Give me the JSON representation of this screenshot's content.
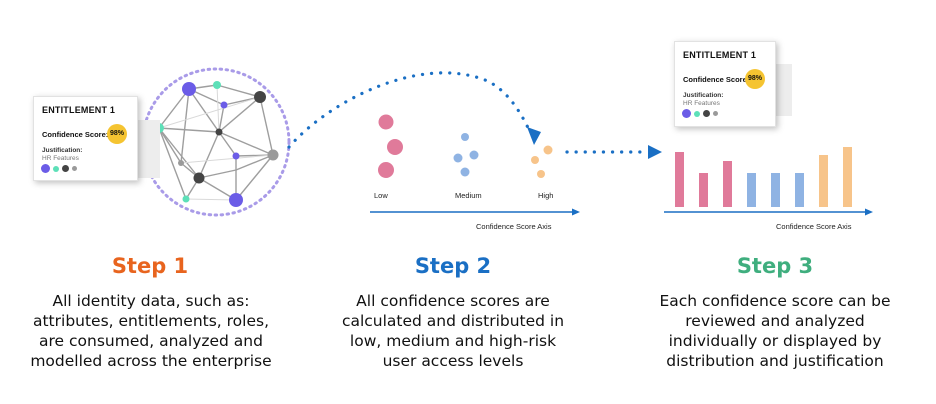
{
  "steps": [
    {
      "title": "Step 1",
      "color": "#e8641e",
      "desc": [
        "All identity data, such as:",
        "attributes, entitlements, roles,",
        "are consumed, analyzed and",
        "modelled across the enterprise"
      ]
    },
    {
      "title": "Step 2",
      "color": "#1a6fc4",
      "desc": [
        "All confidence scores are",
        "calculated and distributed in",
        "low, medium and high-risk",
        "user access levels"
      ]
    },
    {
      "title": "Step 3",
      "color": "#3fae7e",
      "desc": [
        "Each confidence score can be",
        "reviewed and analyzed",
        "individually or displayed by",
        "distribution and justification"
      ]
    }
  ],
  "card": {
    "title": "ENTITLEMENT 1",
    "score_label": "Confidence Score:",
    "score": "98%",
    "just_label": "Justification:",
    "just_value": "HR Features",
    "dot_colors": [
      "#6b5ce7",
      "#5de0b8",
      "#444444",
      "#9a9a9a"
    ]
  },
  "levels": {
    "low": "Low",
    "medium": "Medium",
    "high": "High"
  },
  "axis_label": "Confidence Score Axis",
  "colors": {
    "pink": "#e07a9a",
    "blue": "#8fb3e3",
    "orange": "#f7c48a",
    "arrow": "#1a6fc4",
    "network_ring": "#a99be8",
    "purple_node": "#6b5ce7",
    "teal_node": "#5de0b8"
  },
  "chart_data": {
    "type": "bar",
    "categories": [
      "",
      "",
      "",
      "",
      "",
      "",
      "",
      ""
    ],
    "values": [
      55,
      34,
      46,
      34,
      34,
      34,
      52,
      60
    ],
    "bar_colors": [
      "#e07a9a",
      "#e07a9a",
      "#e07a9a",
      "#8fb3e3",
      "#8fb3e3",
      "#8fb3e3",
      "#f7c48a",
      "#f7c48a"
    ],
    "xlabel": "Confidence Score Axis"
  }
}
